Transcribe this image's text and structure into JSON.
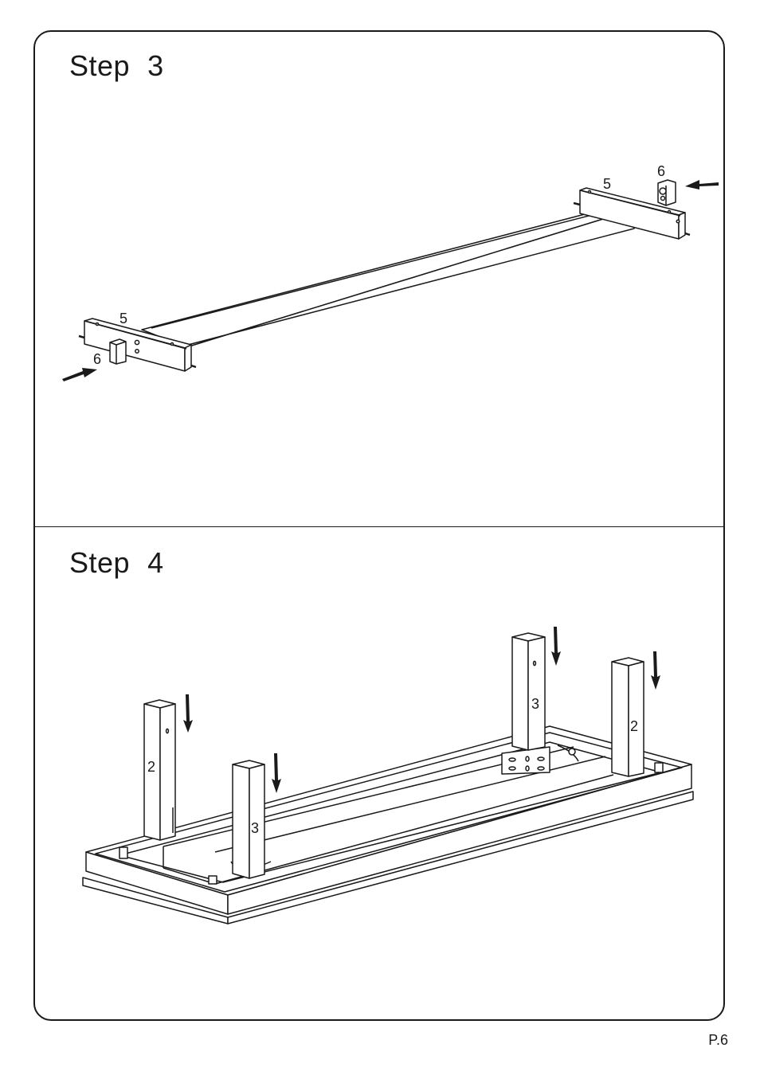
{
  "step3": {
    "label": "Step",
    "number": "3",
    "callouts": {
      "left_rail": "5",
      "left_block": "6",
      "right_rail": "5",
      "right_block": "6"
    }
  },
  "step4": {
    "label": "Step",
    "number": "4",
    "callouts": {
      "leg_front_left": "2",
      "leg_front_mid": "3",
      "leg_back_mid": "3",
      "leg_back_right": "2"
    }
  },
  "page": {
    "number": "P.6"
  }
}
